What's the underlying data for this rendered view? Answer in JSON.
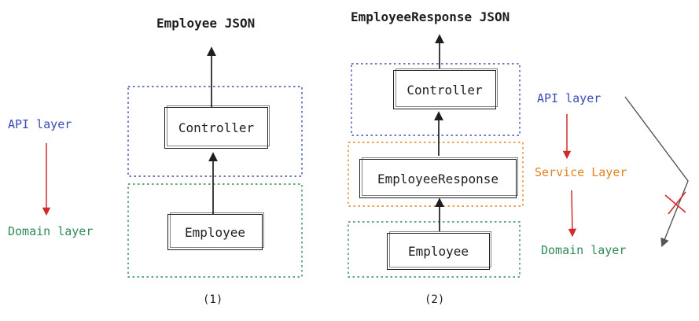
{
  "diagram1": {
    "output_label": "Employee JSON",
    "controller_label": "Controller",
    "employee_label": "Employee",
    "api_layer_label": "API layer",
    "domain_layer_label": "Domain layer",
    "caption": "(1)"
  },
  "diagram2": {
    "output_label": "EmployeeResponse JSON",
    "controller_label": "Controller",
    "response_label": "EmployeeResponse",
    "employee_label": "Employee",
    "api_layer_label": "API layer",
    "service_layer_label": "Service Layer",
    "domain_layer_label": "Domain layer",
    "caption": "(2)"
  },
  "colors": {
    "api_layer": "#3b4bb5",
    "service_layer": "#e0821e",
    "domain_layer": "#2e8b57",
    "down_arrow": "#d12c2c",
    "forbidden_mark": "#d12c2c",
    "ink": "#1e1e1e",
    "bypass_arrow": "#555555"
  }
}
